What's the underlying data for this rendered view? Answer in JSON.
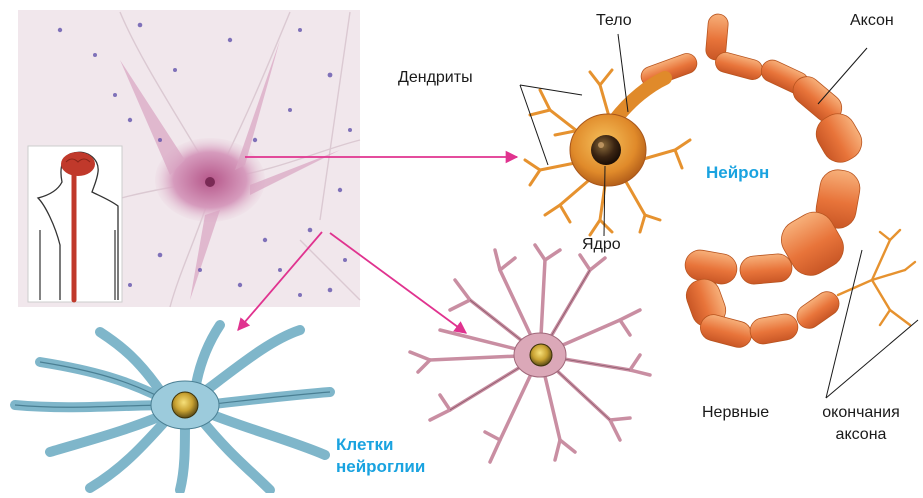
{
  "labels": {
    "body": "Тело",
    "axon": "Аксон",
    "dendrites": "Дендриты",
    "neuron": "Нейрон",
    "nucleus": "Ядро",
    "glia_line1": "Клетки",
    "glia_line2": "нейроглии",
    "nerve": "Нервные",
    "endings_line1": "окончания",
    "endings_line2": "аксона"
  },
  "colors": {
    "arrow": "#e0338f",
    "title_blue": "#1aa3e0",
    "neuron_orange": "#e8843a",
    "glia_blue": "#8fc4d6",
    "astro_pink": "#d9a3b3",
    "micrograph_bg": "#efe3e8",
    "stain_pink": "#c8789f",
    "spine_red": "#c0392b"
  },
  "icons": [
    "human-silhouette-icon",
    "brain-icon",
    "spinal-cord-icon"
  ]
}
